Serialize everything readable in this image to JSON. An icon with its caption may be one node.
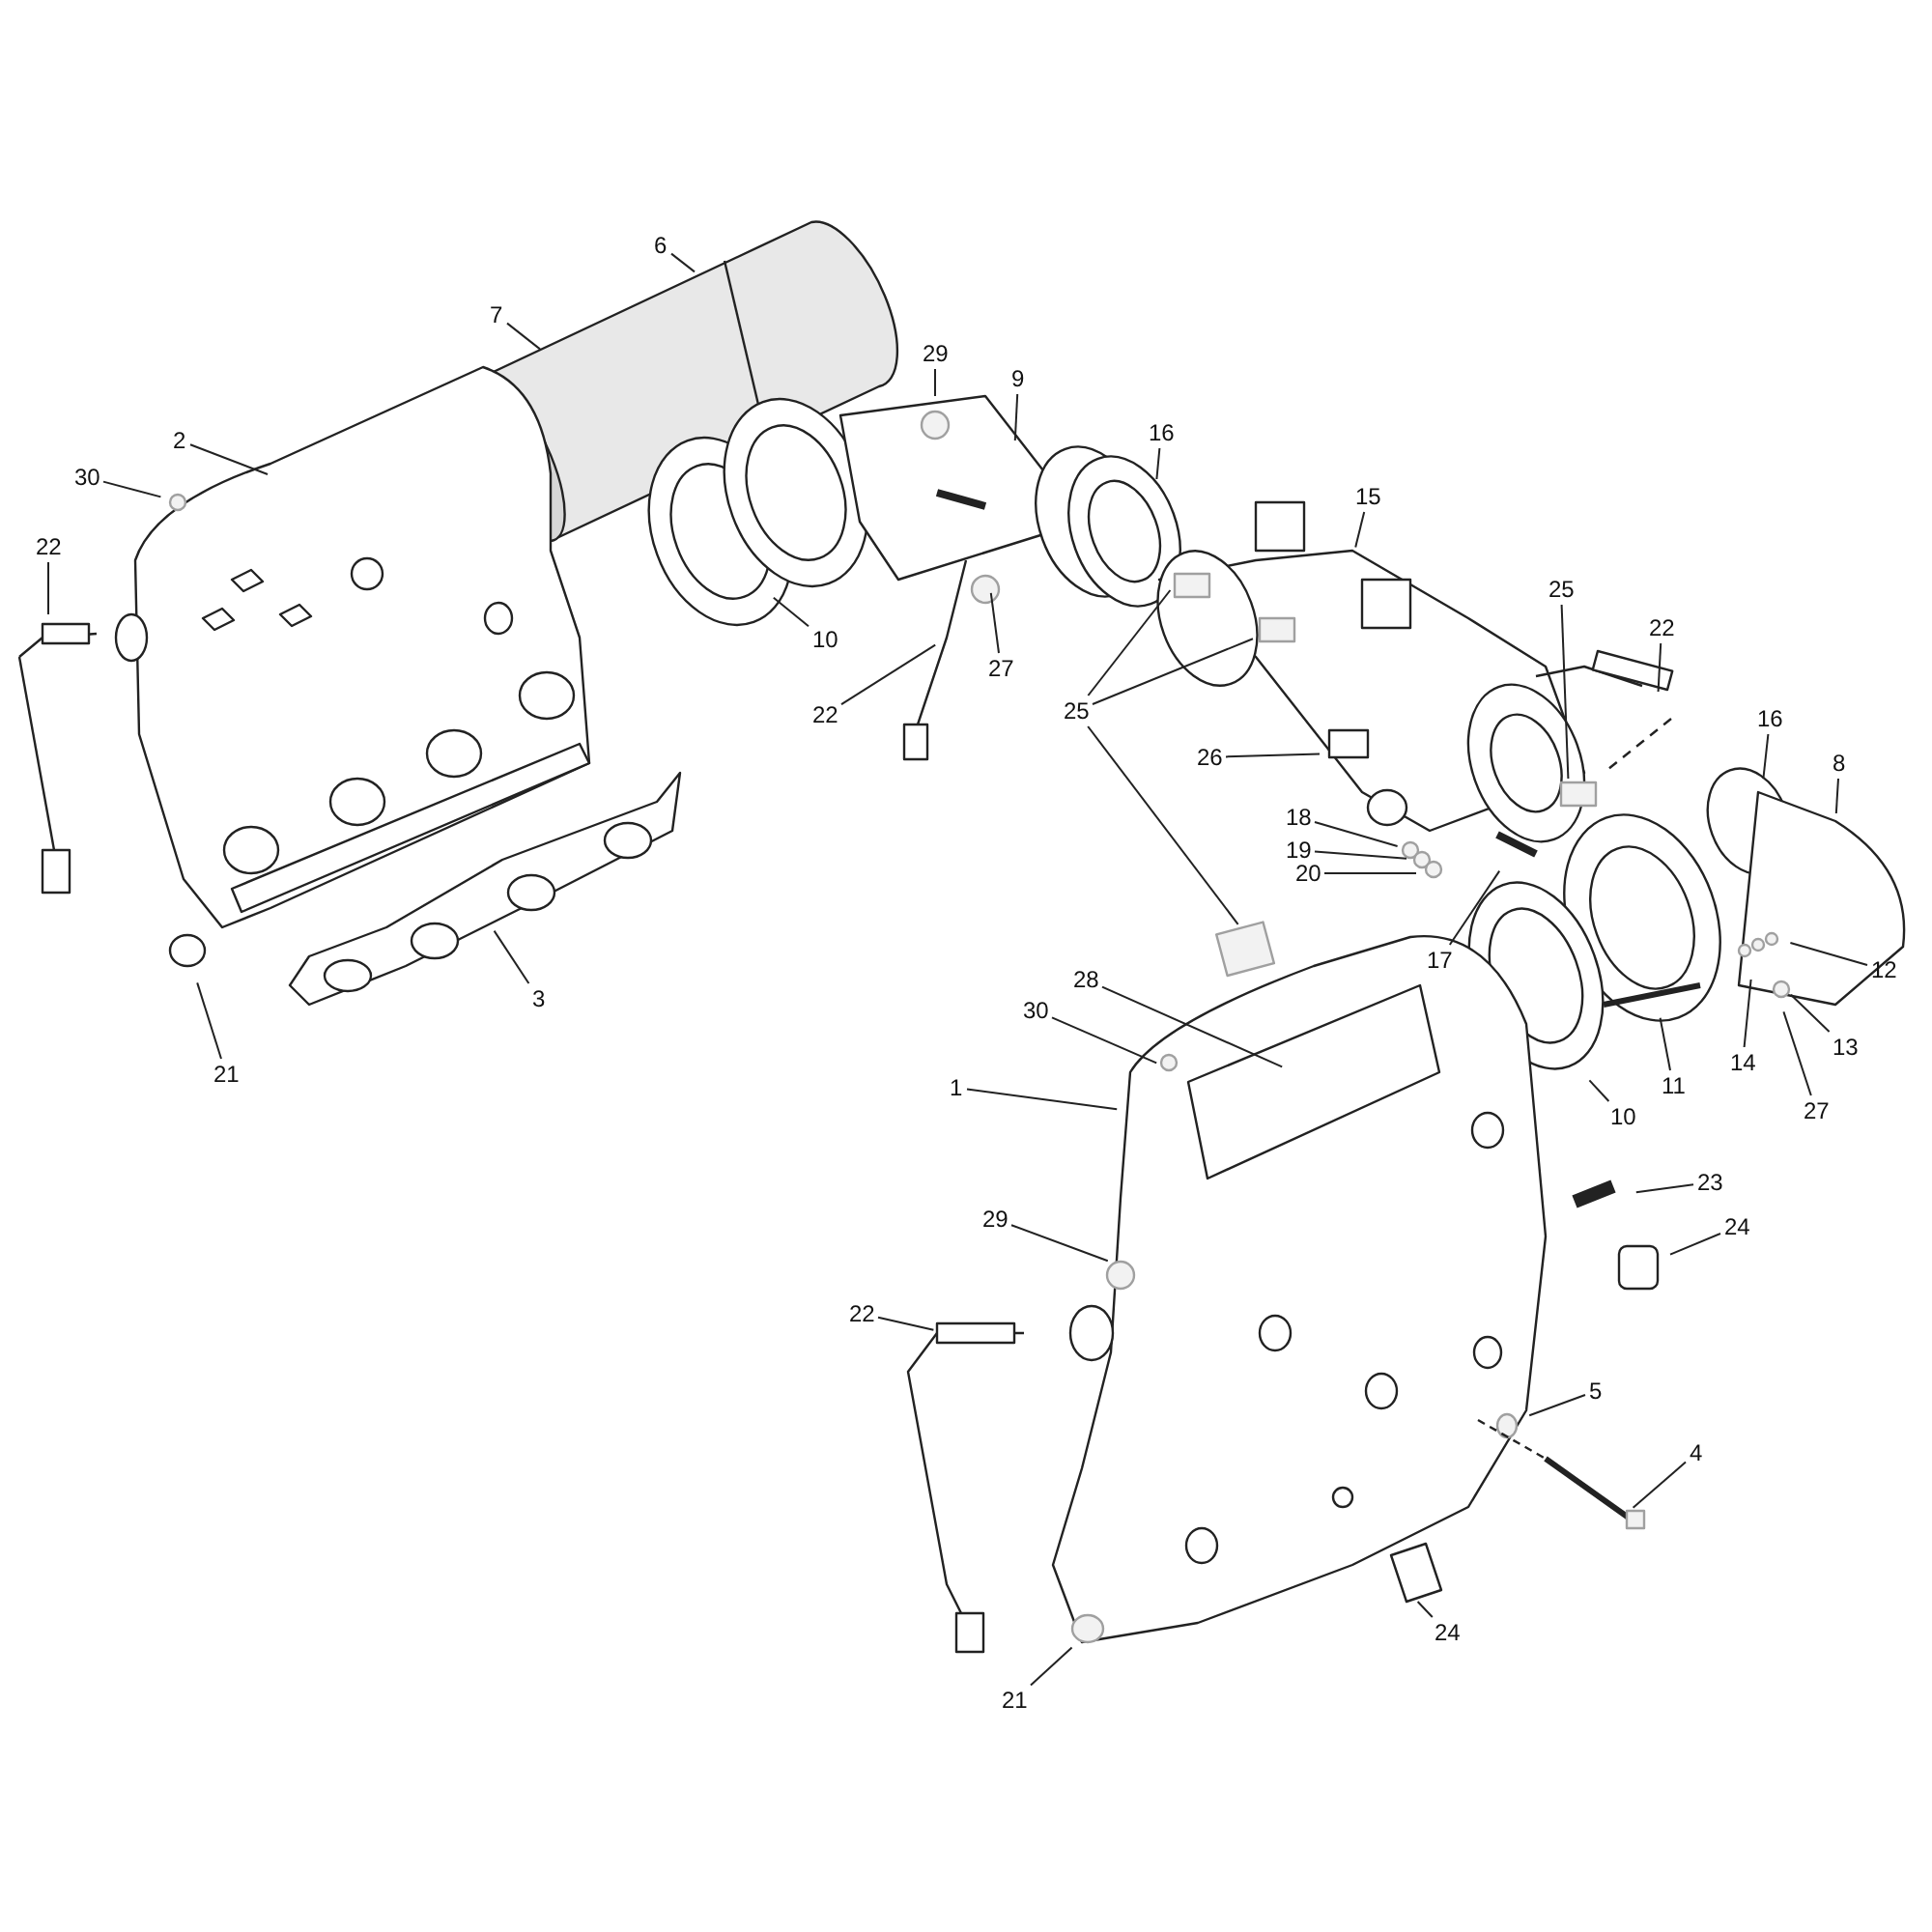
{
  "diagram": {
    "nodes": [
      {
        "text": [
          "6"
        ]
      },
      {
        "text": [
          "7"
        ]
      },
      {
        "text": [
          "2"
        ]
      },
      {
        "text": [
          "30"
        ]
      },
      {
        "text": [
          "29"
        ]
      },
      {
        "text": [
          "9"
        ]
      },
      {
        "text": [
          "22"
        ]
      },
      {
        "text": [
          "16"
        ]
      },
      {
        "text": [
          "15"
        ]
      },
      {
        "text": [
          "10"
        ]
      },
      {
        "text": [
          "27"
        ]
      },
      {
        "text": [
          "22"
        ]
      },
      {
        "text": [
          "25"
        ]
      },
      {
        "text": [
          "26"
        ]
      },
      {
        "text": [
          "25"
        ]
      },
      {
        "text": [
          "22"
        ]
      },
      {
        "text": [
          "16"
        ]
      },
      {
        "text": [
          "8"
        ]
      },
      {
        "text": [
          "18"
        ]
      },
      {
        "text": [
          "19"
        ]
      },
      {
        "text": [
          "20"
        ]
      },
      {
        "text": [
          "17"
        ]
      },
      {
        "text": [
          "12"
        ]
      },
      {
        "text": [
          "13"
        ]
      },
      {
        "text": [
          "14"
        ]
      },
      {
        "text": [
          "27"
        ]
      },
      {
        "text": [
          "11"
        ]
      },
      {
        "text": [
          "21"
        ]
      },
      {
        "text": [
          "3"
        ]
      },
      {
        "text": [
          "28"
        ]
      },
      {
        "text": [
          "30"
        ]
      },
      {
        "text": [
          "1"
        ]
      },
      {
        "text": [
          "10"
        ]
      },
      {
        "text": [
          "23"
        ]
      },
      {
        "text": [
          "24"
        ]
      },
      {
        "text": [
          "29"
        ]
      },
      {
        "text": [
          "22"
        ]
      },
      {
        "text": [
          "5"
        ]
      },
      {
        "text": [
          "4"
        ]
      },
      {
        "text": [
          "24"
        ]
      },
      {
        "text": [
          "21"
        ]
      }
    ],
    "edges": [
      {
        "from": 0,
        "to": null,
        "arrow": "none"
      },
      {
        "from": 1,
        "to": null,
        "arrow": "none"
      },
      {
        "from": 2,
        "to": null,
        "arrow": "none"
      },
      {
        "from": 3,
        "to": null,
        "arrow": "none"
      },
      {
        "from": 4,
        "to": null,
        "arrow": "none"
      },
      {
        "from": 5,
        "to": null,
        "arrow": "none"
      },
      {
        "from": 6,
        "to": null,
        "arrow": "none"
      },
      {
        "from": 7,
        "to": null,
        "arrow": "none"
      },
      {
        "from": 8,
        "to": null,
        "arrow": "none"
      },
      {
        "from": 9,
        "to": null,
        "arrow": "none"
      },
      {
        "from": 10,
        "to": null,
        "arrow": "none"
      },
      {
        "from": 11,
        "to": null,
        "arrow": "none"
      },
      {
        "from": 12,
        "to": null,
        "arrow": "none"
      },
      {
        "from": 12,
        "to": null,
        "arrow": "none"
      },
      {
        "from": 12,
        "to": null,
        "arrow": "none"
      },
      {
        "from": 13,
        "to": null,
        "arrow": "none"
      },
      {
        "from": 14,
        "to": null,
        "arrow": "none"
      },
      {
        "from": 15,
        "to": null,
        "arrow": "none"
      },
      {
        "from": 16,
        "to": null,
        "arrow": "none"
      },
      {
        "from": 17,
        "to": null,
        "arrow": "none"
      },
      {
        "from": 18,
        "to": null,
        "arrow": "none"
      },
      {
        "from": 19,
        "to": null,
        "arrow": "none"
      },
      {
        "from": 20,
        "to": null,
        "arrow": "none"
      },
      {
        "from": 21,
        "to": null,
        "arrow": "none"
      },
      {
        "from": 22,
        "to": null,
        "arrow": "none"
      },
      {
        "from": 23,
        "to": null,
        "arrow": "none"
      },
      {
        "from": 24,
        "to": null,
        "arrow": "none"
      },
      {
        "from": 25,
        "to": null,
        "arrow": "none"
      },
      {
        "from": 26,
        "to": null,
        "arrow": "none"
      },
      {
        "from": 27,
        "to": null,
        "arrow": "none"
      },
      {
        "from": 28,
        "to": null,
        "arrow": "none"
      },
      {
        "from": 29,
        "to": null,
        "arrow": "none"
      },
      {
        "from": 30,
        "to": null,
        "arrow": "none"
      },
      {
        "from": 31,
        "to": null,
        "arrow": "none"
      },
      {
        "from": 32,
        "to": null,
        "arrow": "none"
      },
      {
        "from": 33,
        "to": null,
        "arrow": "none"
      },
      {
        "from": 34,
        "to": null,
        "arrow": "none"
      },
      {
        "from": 35,
        "to": null,
        "arrow": "none"
      },
      {
        "from": 36,
        "to": null,
        "arrow": "none"
      },
      {
        "from": 37,
        "to": null,
        "arrow": "none"
      },
      {
        "from": 38,
        "to": null,
        "arrow": "none"
      },
      {
        "from": 39,
        "to": null,
        "arrow": "none"
      },
      {
        "from": 40,
        "to": null,
        "arrow": "none"
      }
    ]
  }
}
